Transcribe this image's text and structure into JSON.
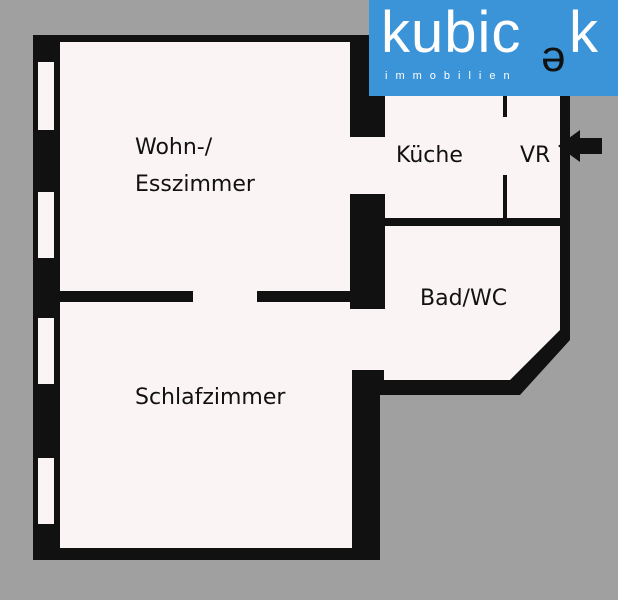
{
  "colors": {
    "background": "#a0a0a0",
    "floor": "#fbf4f4",
    "wall": "#111111",
    "logo_bg": "#3b93d8",
    "logo_text": "#ffffff"
  },
  "logo": {
    "wordmark": "kubic",
    "wordmark_end": "k",
    "accent_letter": "e",
    "tagline": "immobilien"
  },
  "rooms": {
    "wohn_line1": "Wohn-/",
    "wohn_line2": "Esszimmer",
    "kueche": "Küche",
    "vr": "VR",
    "bad": "Bad/WC",
    "schlaf": "Schlafzimmer"
  },
  "icons": {
    "entrance": "entrance-arrow-icon"
  }
}
